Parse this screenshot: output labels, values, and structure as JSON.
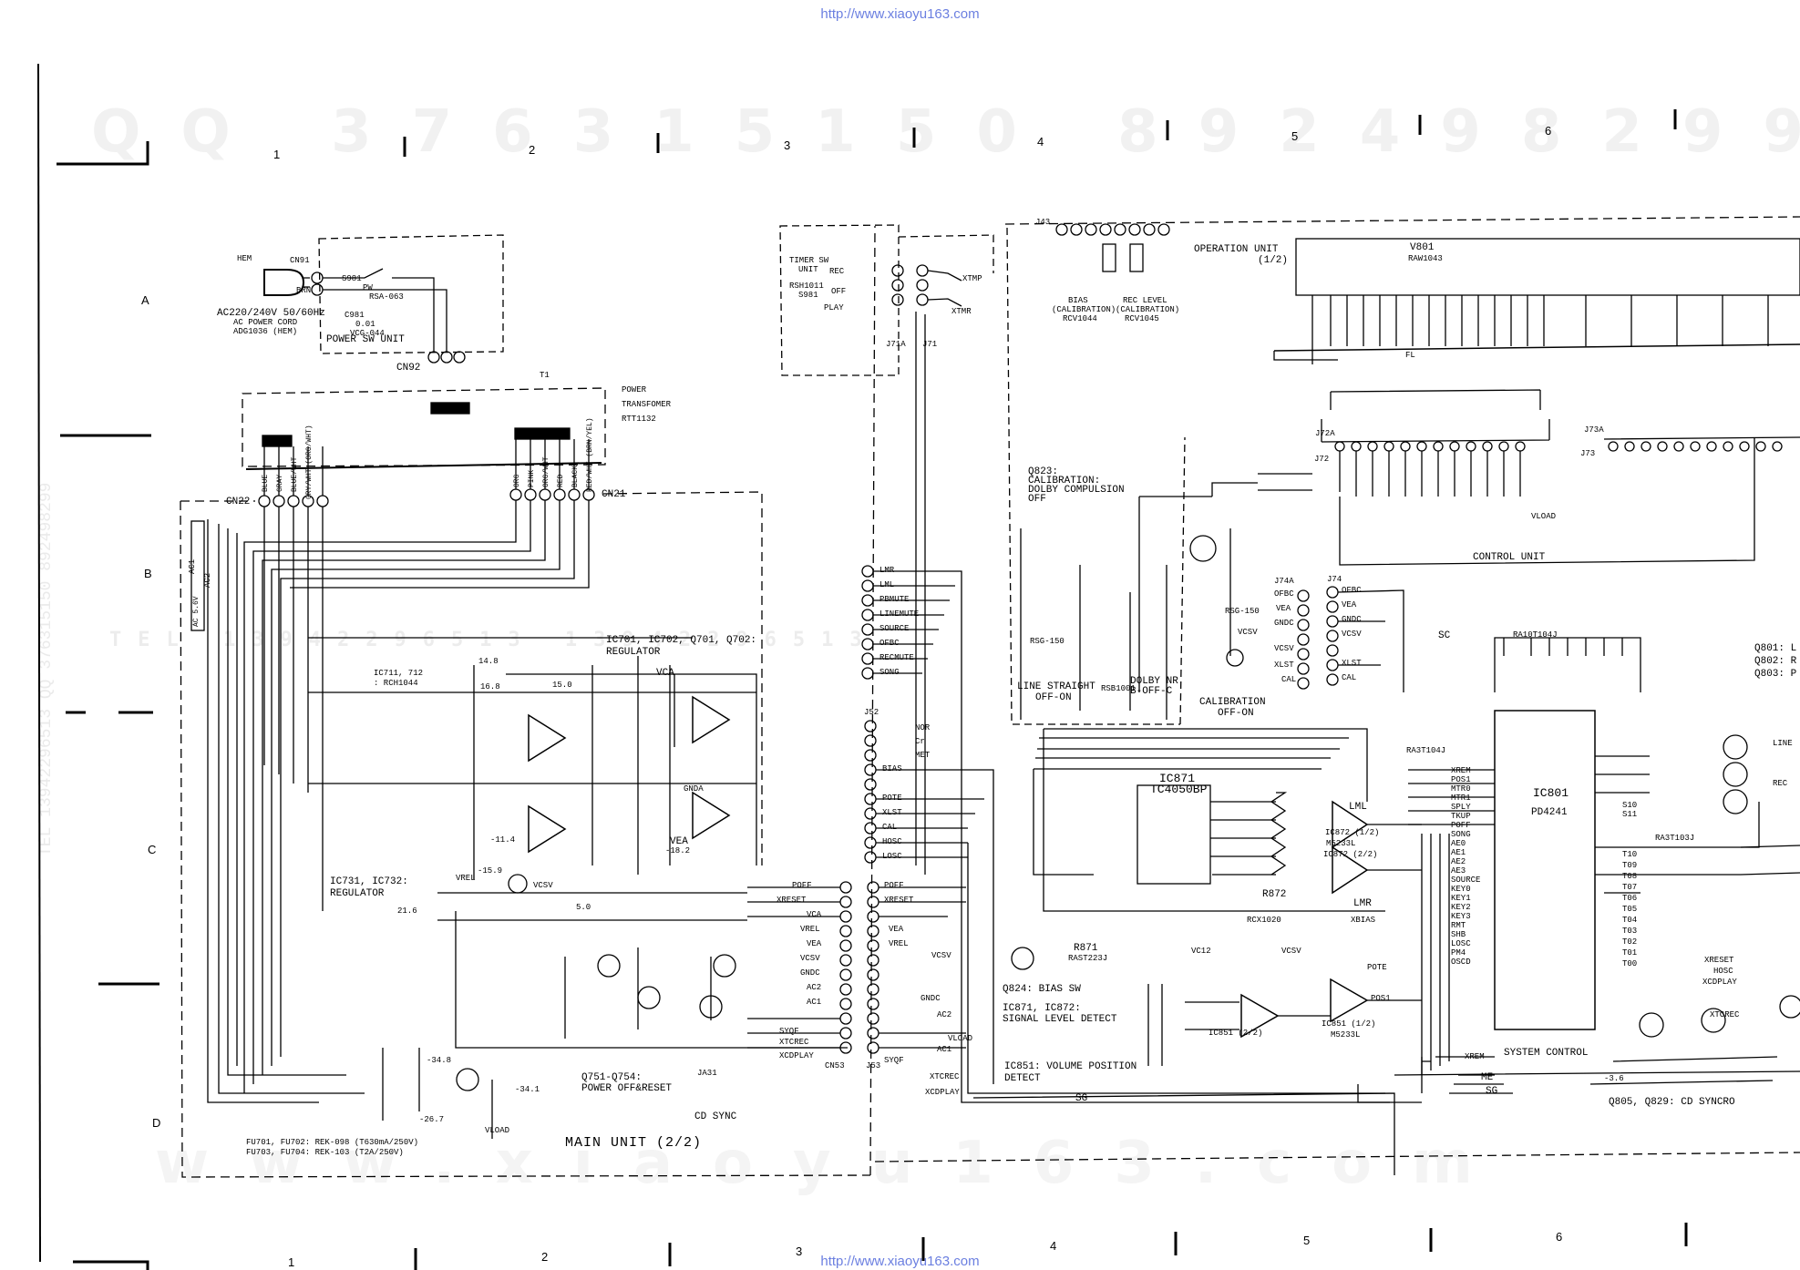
{
  "header": {
    "url_top": "http://www.xiaoyu163.com",
    "url_bottom": "http://www.xiaoyu163.com"
  },
  "watermarks": {
    "qq_top": "QQ 376315150 892498299",
    "bottom": "www.xiaoyu163.com",
    "mid": "TEL 13942296513  13942296513",
    "side_left": "TEL 13942296513 QQ 376315150 892498299"
  },
  "grid": {
    "cols_top": [
      "1",
      "2",
      "3",
      "4",
      "5",
      "6"
    ],
    "cols_bottom": [
      "1",
      "2",
      "3",
      "4",
      "5",
      "6"
    ],
    "rows": [
      "A",
      "B",
      "C",
      "D"
    ]
  },
  "power_sw": {
    "hem": "HEM",
    "brn": "BRN",
    "cn91": "CN91",
    "s981": "S981",
    "pw": "PW",
    "rsa": "RSA-063",
    "c981": "C981",
    "cap": "0.01",
    "vcg": "VCG-044",
    "ac": "AC220/240V 50/60Hz",
    "cord": "AC POWER CORD",
    "adg": "ADG1036 (HEM)",
    "unit": "POWER SW UNIT",
    "cn92": "CN92"
  },
  "transformer": {
    "t1": "T1",
    "l1": "POWER",
    "l2": "TRANSFOMER",
    "l3": "RTT1132",
    "wires_left": [
      "BLUE",
      "GRAY",
      "BLUE/WHT",
      "GRY/WHT (ORG/WHT)"
    ],
    "wires_right": [
      "ORG",
      "PINK",
      "ORG/WHT",
      "RED",
      "BLACK",
      "RED/WHT (BRN/YEL)"
    ]
  },
  "connectors": {
    "cn22": "CN22",
    "cn21": "CN21",
    "cn53": "CN53",
    "j53": "J53",
    "j52": "J52",
    "j71a": "J71A",
    "j71": "J71",
    "j43": "J43",
    "j74a": "J74A",
    "j74": "J74",
    "j72a": "J72A",
    "j72": "J72",
    "j73a": "J73A",
    "j73": "J73",
    "ja31": "JA31"
  },
  "ac_labels": {
    "ac1": "AC1",
    "ac2": "AC2",
    "ac56": "AC 5.6V"
  },
  "regulator": {
    "title1": "IC701, IC702, Q701, Q702:",
    "title2": "REGULATOR",
    "vca": "VCA",
    "vea": "VEA",
    "gnda": "GNDA",
    "ic711": "IC711, 712",
    "rch": ": RCH1044",
    "ic731": "IC731, IC732:",
    "regulator2": "REGULATOR",
    "vrel": "VREL",
    "vcsv": "VCSV",
    "vload": "VLOAD",
    "m1": "-34.1",
    "m2": "-26.7",
    "m3": "-15.9",
    "m4": "-11.4",
    "m5": "-18.2",
    "m6": "-34.8"
  },
  "fuse_note": {
    "l1": "FU701, FU702: REK-098 (T630mA/250V)",
    "l2": "FU703, FU704: REK-103 (T2A/250V)"
  },
  "main_unit": "MAIN UNIT (2/2)",
  "poff": {
    "t1": "Q751-Q754:",
    "t2": "POWER OFF&RESET",
    "cd": "CD SYNC"
  },
  "cn53_pins": [
    "POFF",
    "XRESET",
    "VCA",
    "VREL",
    "VEA",
    "VCSV",
    "GNDC",
    "AC2",
    "AC1",
    "SYQF",
    "XTCREC",
    "XCDPLAY"
  ],
  "j53_pins": [
    "POFF",
    "XRESET",
    "VEA",
    "VREL",
    "VCSV",
    "GNDC",
    "VLOAD",
    "AC1",
    "AC2",
    "SYQF",
    "XTCREC",
    "XCDPLAY"
  ],
  "j5_pins": [
    "LMR",
    "LML",
    "PBMUTE",
    "LINEMUTE",
    "SOURCE",
    "OFBC",
    "RECMUTE",
    "SONG"
  ],
  "j52_pins": [
    "NOR",
    "Cr",
    "MET",
    "BIAS",
    "POTE",
    "XLST",
    "CAL",
    "HOSC",
    "LOSC"
  ],
  "timer": {
    "l1": "TIMER SW",
    "l2": "UNIT",
    "l3": "RSH1011",
    "l4": "S981",
    "rec": "REC",
    "off": "OFF",
    "play": "PLAY",
    "xtmp": "XTMP",
    "xtmr": "XTMR"
  },
  "op_unit": {
    "title": "OPERATION UNIT",
    "sub": "(1/2)",
    "v801": "V801",
    "raw": "RAW1043",
    "fl": "FL",
    "bias": "BIAS",
    "rcv1044": "RCV1044",
    "rec_level": "REC LEVEL",
    "rcv1045": "RCV1045",
    "calib": "(CALIBRATION)"
  },
  "q823": {
    "l1": "Q823:",
    "l2": "CALIBRATION:",
    "l3": "DOLBY COMPULSION",
    "l4": "OFF"
  },
  "switches": {
    "rsg1": "RSG-150",
    "rsg2": "RSG-150",
    "rsb": "RSB1001",
    "line": "LINE STRAIGHT",
    "lineon": "OFF-ON",
    "dolby": "DOLBY NR",
    "dolbyv": "B-OFF-C",
    "calib": "CALIBRATION",
    "calibv": "OFF-ON"
  },
  "j74_pins": [
    "OFBC",
    "VEA",
    "GNDC",
    "VCSV",
    "XLST",
    "CAL"
  ],
  "control_unit": "CONTROL UNIT",
  "ic871": {
    "name": "IC871",
    "part": "TC4050BP",
    "r871": "R871",
    "rast": "RAST223J",
    "r872": "R872",
    "rcx": "RCX1020",
    "ic872a": "IC872 (1/2)",
    "ic872b": "IC872 (2/2)",
    "m523": "M5233L",
    "lml": "LML",
    "lmr": "LMR",
    "xbias": "XBIAS"
  },
  "ic851": {
    "a": "IC851 (2/2)",
    "b": "IC851 (1/2)",
    "c": "M5233L",
    "vc12": "VC12",
    "pote": "POTE",
    "pos": "POS1"
  },
  "notes": {
    "q824": "Q824: BIAS SW",
    "ic87x1": "IC871, IC872:",
    "ic87x2": "SIGNAL LEVEL DETECT",
    "ic8511": "IC851: VOLUME POSITION",
    "ic8512": "DETECT",
    "sg": "SG",
    "sc": "SC",
    "me": "ME",
    "vload": "VLOAD"
  },
  "ic801": {
    "name": "IC801",
    "part": "PD4241",
    "ra1": "RA10T104J",
    "ra2": "RA3T104J",
    "ra3": "RA3T103J",
    "sys": "SYSTEM CONTROL",
    "xreset": "XRESET",
    "hosc": "HOSC",
    "xcdplay": "XCDPLAY",
    "xtcrec": "XTCREC",
    "xrem": "XREM",
    "pins": [
      "XREM",
      "POS1",
      "MTR0",
      "MTR1",
      "SPLY",
      "TKUP",
      "POFF",
      "SONG",
      "AE0",
      "AE1",
      "AE2",
      "AE3",
      "SOURCE",
      "KEY0",
      "KEY1",
      "KEY2",
      "KEY3",
      "RMT",
      "SHB",
      "LOSC",
      "PM4",
      "OSCD"
    ],
    "out_pins": [
      "S10",
      "S11",
      "T10",
      "T09",
      "T08",
      "T07",
      "T06",
      "T05",
      "T04",
      "T03",
      "T02",
      "T01",
      "T00"
    ]
  },
  "q80x": {
    "l1": "Q801: L",
    "l2": "Q802: R",
    "l3": "Q803: P",
    "line": "LINE",
    "rec": "REC"
  },
  "q805": "Q805, Q829: CD SYNCRO",
  "values": {
    "v1": "-3.6",
    "v2": "14.8",
    "v3": "16.8",
    "v4": "15.0",
    "v5": "21.6",
    "v6": "5.0"
  }
}
